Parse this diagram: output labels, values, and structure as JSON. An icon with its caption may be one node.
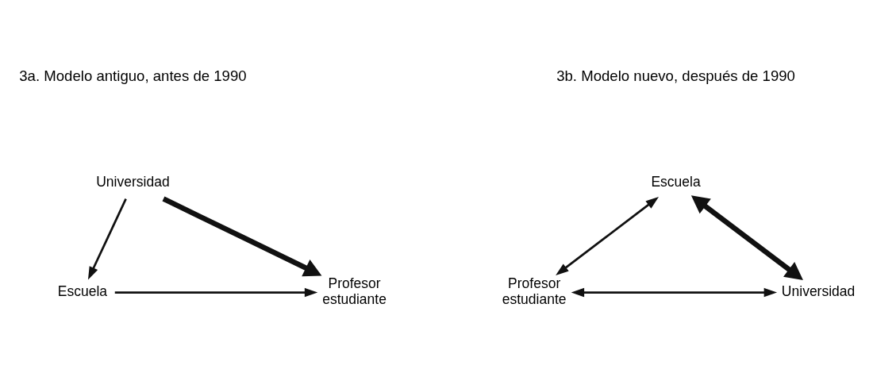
{
  "diagram": {
    "nodes": [
      {
        "text": [
          "Universidad"
        ]
      },
      {
        "text": [
          "Profesor estudiante"
        ]
      },
      {
        "text": [
          "Escuela"
        ]
      },
      {
        "text": [
          "Escuela"
        ]
      },
      {
        "text": [
          "Profesor estudiante"
        ]
      },
      {
        "text": [
          "Universidad"
        ]
      }
    ],
    "edges": [
      {
        "from": 0,
        "to": 1,
        "arrow": "to",
        "style": "thick"
      },
      {
        "from": 0,
        "to": 2,
        "arrow": "to"
      },
      {
        "from": 2,
        "to": 1,
        "arrow": "to"
      },
      {
        "from": 3,
        "to": 4,
        "arrow": "both"
      },
      {
        "from": 3,
        "to": 5,
        "arrow": "both",
        "style": "thick"
      },
      {
        "from": 4,
        "to": 5,
        "arrow": "both"
      }
    ],
    "labels": [
      "3a. Modelo antiguo, antes de 1990",
      "3b. Modelo nuevo, después de 1990"
    ]
  }
}
